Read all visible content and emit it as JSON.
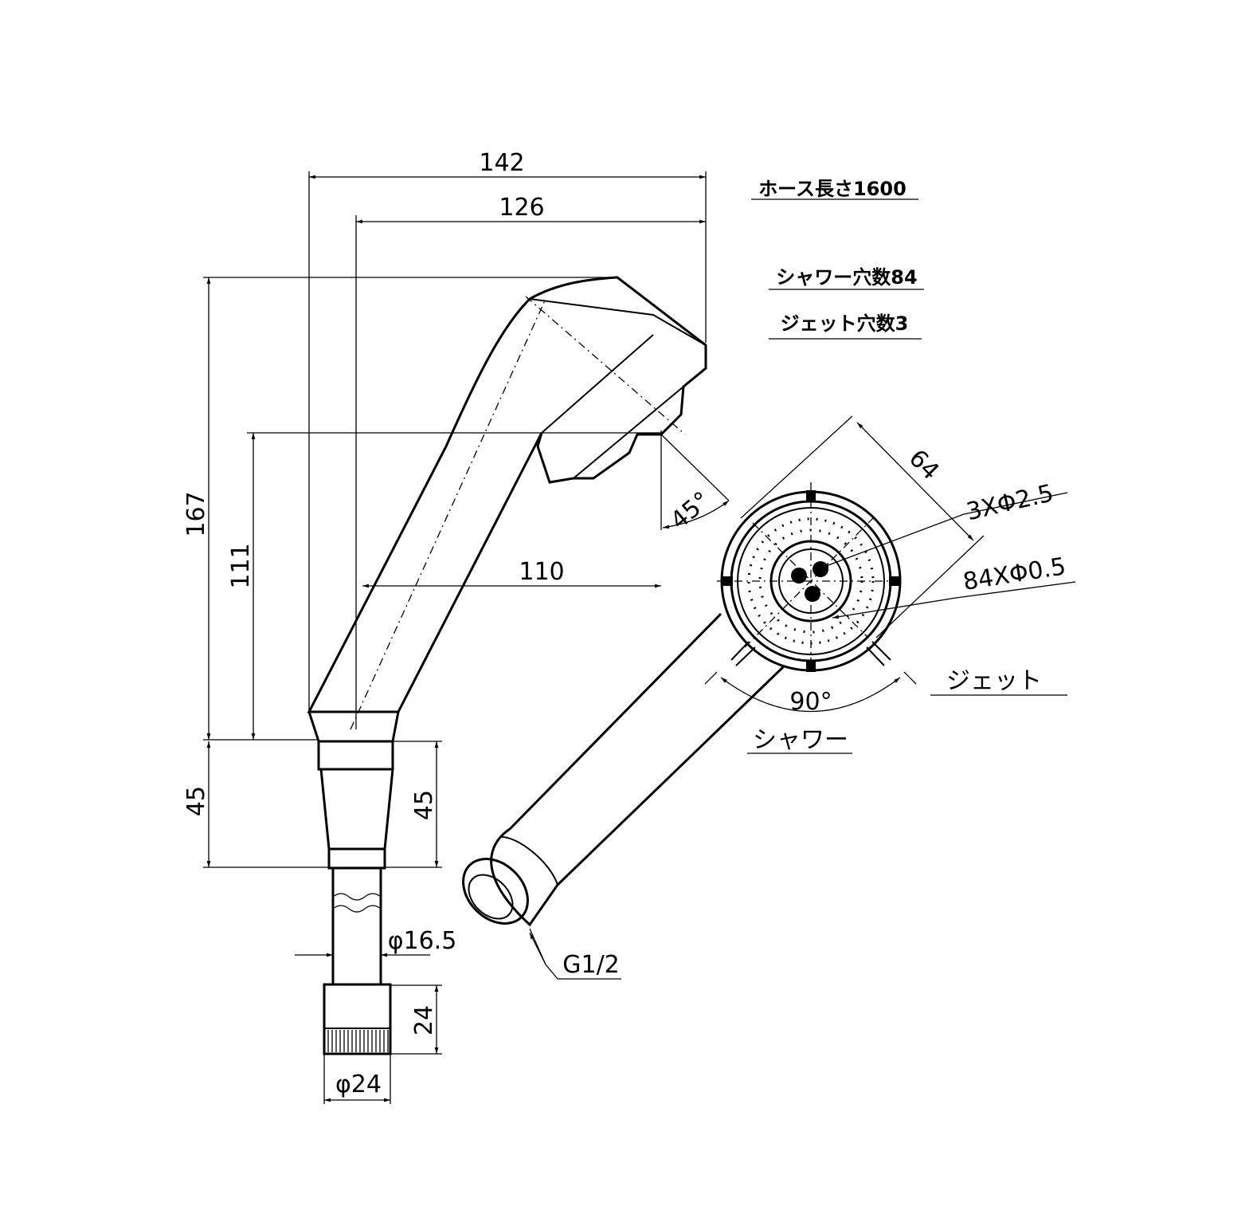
{
  "dimensions": {
    "overall_width": "142",
    "width_to_axis": "126",
    "overall_height": "167",
    "height_to_face": "111",
    "face_offset": "110",
    "face_angle": "45°",
    "collar_height_left": "45",
    "collar_height_right": "45",
    "hose_diameter": "φ16.5",
    "nut_height": "24",
    "nut_diameter": "φ24",
    "thread": "G1/2",
    "head_diameter": "64",
    "jet_holes_spec": "3XΦ2.5",
    "shower_holes_spec": "84XΦ0.5",
    "switch_angle": "90°"
  },
  "labels": {
    "jet": "ジェット",
    "shower": "シャワー"
  },
  "notes": [
    "ホース長さ1600",
    "シャワー穴数84",
    "ジェット穴数3"
  ]
}
